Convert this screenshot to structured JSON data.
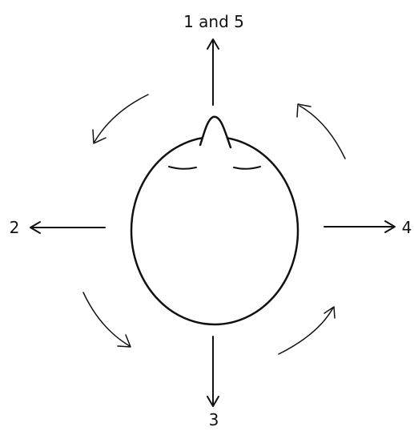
{
  "labels": {
    "up": "1 and 5",
    "left": "2",
    "down": "3",
    "right": "4"
  },
  "colors": {
    "ink": "#111111",
    "background": "#ffffff"
  }
}
